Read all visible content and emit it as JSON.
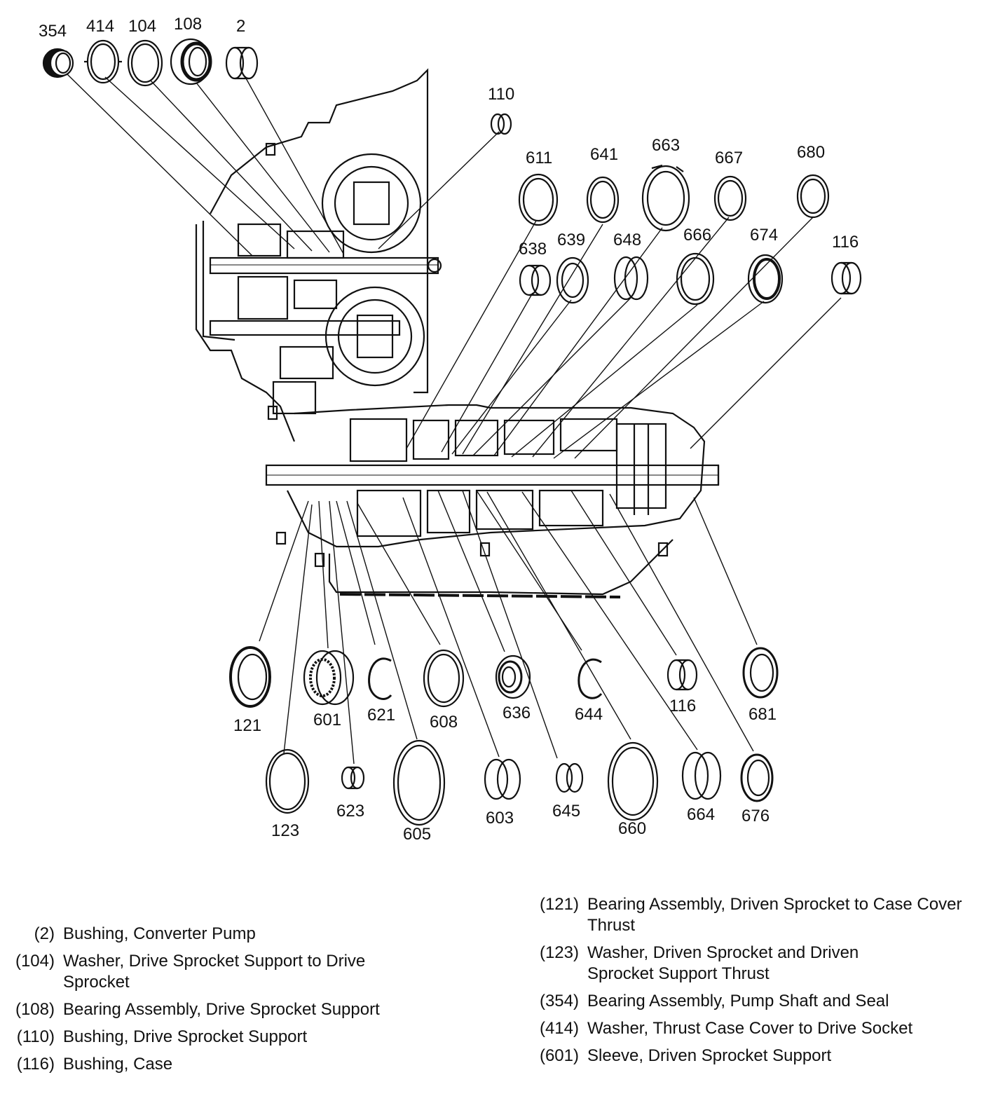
{
  "parts": [
    {
      "key": "p354",
      "label": "354"
    },
    {
      "key": "p414",
      "label": "414"
    },
    {
      "key": "p104",
      "label": "104"
    },
    {
      "key": "p108",
      "label": "108"
    },
    {
      "key": "p2",
      "label": "2"
    },
    {
      "key": "p110",
      "label": "110"
    },
    {
      "key": "p611",
      "label": "611"
    },
    {
      "key": "p641",
      "label": "641"
    },
    {
      "key": "p663",
      "label": "663"
    },
    {
      "key": "p667",
      "label": "667"
    },
    {
      "key": "p680",
      "label": "680"
    },
    {
      "key": "p638",
      "label": "638"
    },
    {
      "key": "p639",
      "label": "639"
    },
    {
      "key": "p648",
      "label": "648"
    },
    {
      "key": "p666",
      "label": "666"
    },
    {
      "key": "p674",
      "label": "674"
    },
    {
      "key": "p116a",
      "label": "116"
    },
    {
      "key": "p121",
      "label": "121"
    },
    {
      "key": "p601",
      "label": "601"
    },
    {
      "key": "p621",
      "label": "621"
    },
    {
      "key": "p608",
      "label": "608"
    },
    {
      "key": "p636",
      "label": "636"
    },
    {
      "key": "p644",
      "label": "644"
    },
    {
      "key": "p116b",
      "label": "116"
    },
    {
      "key": "p681",
      "label": "681"
    },
    {
      "key": "p123",
      "label": "123"
    },
    {
      "key": "p623",
      "label": "623"
    },
    {
      "key": "p605",
      "label": "605"
    },
    {
      "key": "p603",
      "label": "603"
    },
    {
      "key": "p645",
      "label": "645"
    },
    {
      "key": "p660",
      "label": "660"
    },
    {
      "key": "p664",
      "label": "664"
    },
    {
      "key": "p676",
      "label": "676"
    }
  ],
  "legend_left": [
    {
      "num": "(2)",
      "text": "Bushing, Converter Pump"
    },
    {
      "num": "(104)",
      "text": "Washer, Drive Sprocket Support to Drive Sprocket"
    },
    {
      "num": "(108)",
      "text": "Bearing Assembly, Drive Sprocket Support"
    },
    {
      "num": "(110)",
      "text": "Bushing, Drive Sprocket Support"
    },
    {
      "num": "(116)",
      "text": "Bushing, Case"
    }
  ],
  "legend_right": [
    {
      "num": "(121)",
      "text": "Bearing Assembly, Driven Sprocket to Case Cover Thrust"
    },
    {
      "num": "(123)",
      "text": "Washer, Driven Sprocket and Driven Sprocket Support Thrust"
    },
    {
      "num": "(354)",
      "text": "Bearing Assembly, Pump Shaft and Seal"
    },
    {
      "num": "(414)",
      "text": "Washer, Thrust Case Cover to Drive Socket"
    },
    {
      "num": "(601)",
      "text": "Sleeve, Driven Sprocket Support"
    }
  ]
}
